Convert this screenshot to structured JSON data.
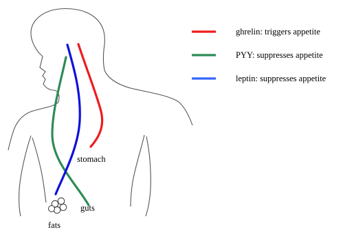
{
  "legend": [
    {
      "label": "ghrelin: triggers appetite",
      "color": "#ee1c1c"
    },
    {
      "label": "PYY: suppresses appetite",
      "color": "#2e8b57"
    },
    {
      "label": "leptin: suppresses appetite",
      "color": "#3366ff"
    }
  ],
  "labels": {
    "stomach": "stomach",
    "guts": "guts",
    "fats": "fats"
  },
  "colors": {
    "ghrelin": "#ee1c1c",
    "pyy": "#2e8b57",
    "leptin": "#1010dd",
    "outline": "#555555"
  }
}
